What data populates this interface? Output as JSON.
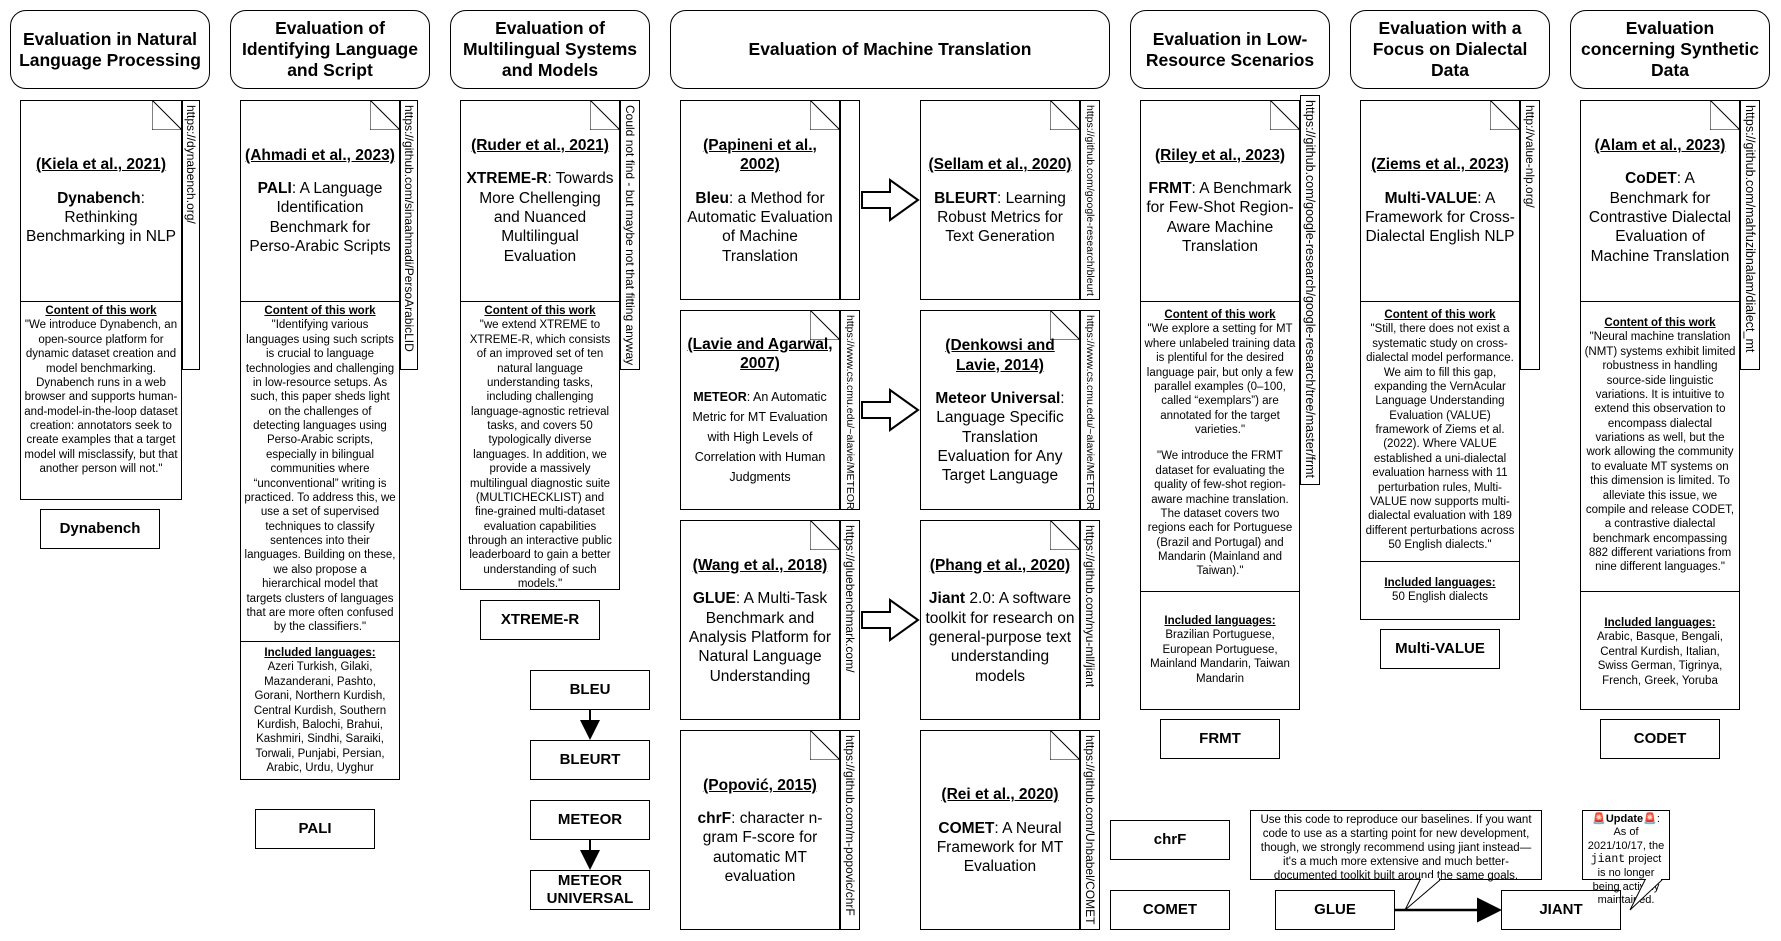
{
  "headers": {
    "nlp": "Evaluation in Natural Language Processing",
    "lid": "Evaluation of Identifying Language and Script",
    "multi": "Evaluation of Multilingual Systems and Models",
    "mt": "Evaluation of Machine Translation",
    "lowres": "Evaluation in Low-Resource Scenarios",
    "dialect": "Evaluation with a Focus on Dialectal Data",
    "synth": "Evaluation concerning Synthetic Data"
  },
  "labels": {
    "content": "Content of this work",
    "languages": "Included languages:"
  },
  "dynabench": {
    "cite": "(Kiela et al., 2021)",
    "name": "Dynabench",
    "desc": ": Rethinking Benchmarking in NLP",
    "url": "https://dynabench.org/",
    "content": "\"We introduce Dynabench, an open-source platform for dynamic dataset creation and model benchmarking. Dynabench runs in a web browser and supports human-and-model-in-the-loop dataset creation: annotators seek to create examples that a target model will misclassify, but that another person will not.\"",
    "box": "Dynabench"
  },
  "pali": {
    "cite": "(Ahmadi et al., 2023)",
    "name": "PALI",
    "desc": ": A Language Identification Benchmark for Perso-Arabic Scripts",
    "url": "https://github.com/sinaahmadi/PersoArabicLID",
    "content": "\"Identifying various languages using such scripts is crucial to language technologies and challenging in low-resource setups. As such, this paper sheds light on the challenges of detecting languages using Perso-Arabic scripts, especially in bilingual communities where “unconventional” writing is practiced. To address this, we use a set of supervised techniques to classify sentences into their languages. Building on these, we also propose a hierarchical model that targets clusters of languages that are more often confused by the classifiers.\"",
    "languages": "Azeri Turkish, Gilaki, Mazanderani, Pashto, Gorani, Northern Kurdish, Central Kurdish, Southern Kurdish, Balochi, Brahui, Kashmiri, Sindhi, Saraiki, Torwali, Punjabi, Persian, Arabic, Urdu, Uyghur",
    "box": "PALI"
  },
  "xtreme": {
    "cite": "(Ruder et al., 2021)",
    "name": "XTREME-R",
    "desc": ": Towards More Chellenging and Nuanced Multilingual Evaluation",
    "url": "Could not find - but maybe not that fitting anyway",
    "content": "\"we extend XTREME to XTREME-R, which consists of an improved set of ten natural language understanding tasks, including challenging language-agnostic retrieval tasks, and covers 50 typologically diverse languages. In addition, we provide a massively multilingual diagnostic suite (MULTICHECKLIST) and fine-grained multi-dataset evaluation capabilities through an interactive public leaderboard to gain a better understanding of such models.\"",
    "box": "XTREME-R"
  },
  "mt": {
    "bleu": {
      "cite": "(Papineni et al., 2002)",
      "name": "Bleu",
      "desc": ": a Method for Automatic Evaluation of Machine Translation"
    },
    "bleurt": {
      "cite": "(Sellam et al., 2020)",
      "name": "BLEURT",
      "desc": ": Learning Robust Metrics for Text Generation",
      "url": "https://github.com/google-research/bleurt"
    },
    "meteor": {
      "cite": "(Lavie and Agarwal, 2007)",
      "name": "METEOR",
      "desc": ": An Automatic Metric for MT Evaluation with High Levels of Correlation with Human Judgments",
      "url": "https://www.cs.cmu.edu/~alavie/METEOR/"
    },
    "meteoru": {
      "cite": "(Denkowsi and Lavie, 2014)",
      "name": "Meteor Universal",
      "desc": ": Language Specific Translation Evaluation for Any Target Language",
      "url": "https://www.cs.cmu.edu/~alavie/METEOR/"
    },
    "glue": {
      "cite": "(Wang et al., 2018)",
      "name": "GLUE",
      "desc": ": A Multi-Task Benchmark and Analysis Platform for Natural Language Understanding",
      "url": "https://gluebenchmark.com/"
    },
    "jiant": {
      "cite": "(Phang et al., 2020)",
      "name": "Jiant",
      "desc": " 2.0: A software toolkit for research on general-purpose text understanding models",
      "url": "https://github.com/nyu-mll/jiant"
    },
    "chrf": {
      "cite": "(Popović, 2015)",
      "name": "chrF",
      "desc": ": character n-gram F-score for automatic MT evaluation",
      "url": "https://github.com/m-popovic/chrF"
    },
    "comet": {
      "cite": "(Rei et al., 2020)",
      "name": "COMET",
      "desc": ": A Neural Framework for MT Evaluation",
      "url": "https://github.com/Unbabel/COMET"
    }
  },
  "boxes": {
    "bleu": "BLEU",
    "bleurt": "BLEURT",
    "meteor": "METEOR",
    "meteor_universal": "METEOR UNIVERSAL",
    "chrf": "chrF",
    "comet": "COMET",
    "glue": "GLUE",
    "jiant": "JIANT"
  },
  "frmt": {
    "cite": "(Riley et al., 2023)",
    "name": "FRMT",
    "desc": ": A Benchmark for Few-Shot Region-Aware Machine Translation",
    "url": "https://github.com/google-research/google-research/tree/master/frmt",
    "content1": "\"We explore a setting for MT where unlabeled training data is plentiful for the desired language pair, but only a few parallel examples (0–100, called “exemplars”) are annotated for the target varieties.\"",
    "content2": "\"We introduce the FRMT dataset for evaluating the quality of few-shot region-aware machine translation. The dataset covers two regions each for Portuguese (Brazil and Portugal) and Mandarin (Mainland and Taiwan).\"",
    "languages": "Brazilian Portuguese, European Portuguese, Mainland Mandarin, Taiwan Mandarin",
    "box": "FRMT"
  },
  "multivalue": {
    "cite": "(Ziems et al., 2023)",
    "name": "Multi-VALUE",
    "desc": ": A Framework for Cross-Dialectal English NLP",
    "url": "http://value-nlp.org/",
    "content": "\"Still, there does not exist a systematic study on cross-dialectal model performance. We aim to fill this gap, expanding the VernAcular Language Understanding Evaluation (VALUE) framework of Ziems et al. (2022). Where VALUE established a uni-dialectal evaluation harness with 11 perturbation rules, Multi-VALUE now supports multi-dialectal evaluation with 189 different perturbations across 50 English dialects.\"",
    "languages": "50 English dialects",
    "box": "Multi-VALUE"
  },
  "codet": {
    "cite": "(Alam et al., 2023)",
    "name": "CoDET",
    "desc": ": A Benchmark for Contrastive Dialectal Evaluation of Machine Translation",
    "url": "https://github.com/mahfuzibnalam/dialect_mt",
    "content": "\"Neural machine translation (NMT) systems exhibit limited robustness in handling source-side linguistic variations. It is intuitive to extend this observation to encompass dialectal variations as well, but the work allowing the community to evaluate MT systems on this dimension is limited. To alleviate this issue, we compile and release CODET, a contrastive dialectal benchmark encompassing 882 different variations from nine different languages.\"",
    "languages": "Arabic, Basque, Bengali, Central Kurdish, Italian, Swiss German, Tigrinya, French, Greek, Yoruba",
    "box": "CODET"
  },
  "notes": {
    "glue": "Use this code to reproduce our baselines. If you want code to use as a starting point for new development, though, we strongly recommend using jiant instead—it's a much more extensive and much better-documented toolkit built around the same goals.",
    "jiant_pre": "🚨Update🚨",
    "jiant_mid": ": As of 2021/10/17, the ",
    "jiant_code": "jiant",
    "jiant_post": " project is no longer being actively maintained."
  }
}
